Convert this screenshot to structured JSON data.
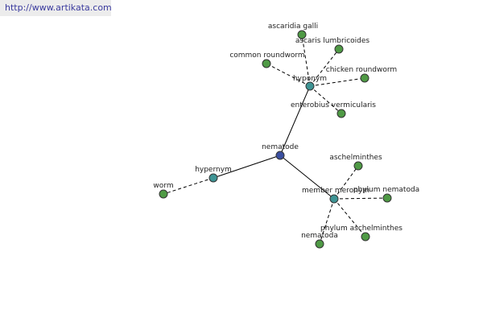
{
  "banner": {
    "url": "http://www.artikata.com"
  },
  "colors": {
    "center": "#3a4fa0",
    "relation": "#3e9494",
    "leaf": "#4f9a45"
  },
  "graph": {
    "nodes": [
      {
        "id": "nematode",
        "label": "nematode",
        "kind": "center"
      },
      {
        "id": "hyponym",
        "label": "hyponym",
        "kind": "relation"
      },
      {
        "id": "hypernym",
        "label": "hypernym",
        "kind": "relation"
      },
      {
        "id": "member-meronym",
        "label": "member meronym",
        "kind": "relation"
      },
      {
        "id": "ascaridia-galli",
        "label": "ascaridia galli",
        "kind": "leaf"
      },
      {
        "id": "ascaris-lumbricoides",
        "label": "ascaris lumbricoides",
        "kind": "leaf"
      },
      {
        "id": "common-roundworm",
        "label": "common roundworm",
        "kind": "leaf"
      },
      {
        "id": "chicken-roundworm",
        "label": "chicken roundworm",
        "kind": "leaf"
      },
      {
        "id": "enterobius-vermicularis",
        "label": "enterobius vermicularis",
        "kind": "leaf"
      },
      {
        "id": "worm",
        "label": "worm",
        "kind": "leaf"
      },
      {
        "id": "aschelminthes",
        "label": "aschelminthes",
        "kind": "leaf"
      },
      {
        "id": "phylum-nematoda",
        "label": "phylum nematoda",
        "kind": "leaf"
      },
      {
        "id": "phylum-aschelminthes",
        "label": "phylum aschelminthes",
        "kind": "leaf"
      },
      {
        "id": "nematoda",
        "label": "nematoda",
        "kind": "leaf"
      }
    ],
    "edges": [
      {
        "from": "nematode",
        "to": "hyponym",
        "style": "solid"
      },
      {
        "from": "nematode",
        "to": "hypernym",
        "style": "solid"
      },
      {
        "from": "nematode",
        "to": "member-meronym",
        "style": "solid"
      },
      {
        "from": "hyponym",
        "to": "ascaridia-galli",
        "style": "dashed"
      },
      {
        "from": "hyponym",
        "to": "ascaris-lumbricoides",
        "style": "dashed"
      },
      {
        "from": "hyponym",
        "to": "common-roundworm",
        "style": "dashed"
      },
      {
        "from": "hyponym",
        "to": "chicken-roundworm",
        "style": "dashed"
      },
      {
        "from": "hyponym",
        "to": "enterobius-vermicularis",
        "style": "dashed"
      },
      {
        "from": "hypernym",
        "to": "worm",
        "style": "dashed"
      },
      {
        "from": "member-meronym",
        "to": "aschelminthes",
        "style": "dashed"
      },
      {
        "from": "member-meronym",
        "to": "phylum-nematoda",
        "style": "dashed"
      },
      {
        "from": "member-meronym",
        "to": "phylum-aschelminthes",
        "style": "dashed"
      },
      {
        "from": "member-meronym",
        "to": "nematoda",
        "style": "dashed"
      }
    ]
  }
}
